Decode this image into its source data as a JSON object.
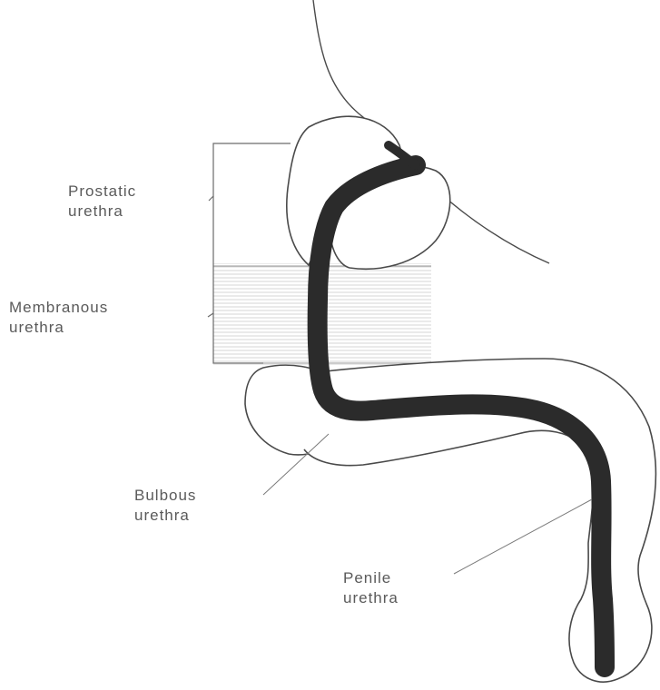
{
  "labels": {
    "prostatic": {
      "line1": "Prostatic",
      "line2": "urethra"
    },
    "membranous": {
      "line1": "Membranous",
      "line2": "urethra"
    },
    "bulbous": {
      "line1": "Bulbous",
      "line2": "urethra"
    },
    "penile": {
      "line1": "Penile",
      "line2": "urethra"
    }
  },
  "colors": {
    "urethra": "#2b2b2b",
    "outline": "#4a4a4a",
    "label_text": "#5a5a5a",
    "diaphragm_shading": "#d9d9d9"
  }
}
